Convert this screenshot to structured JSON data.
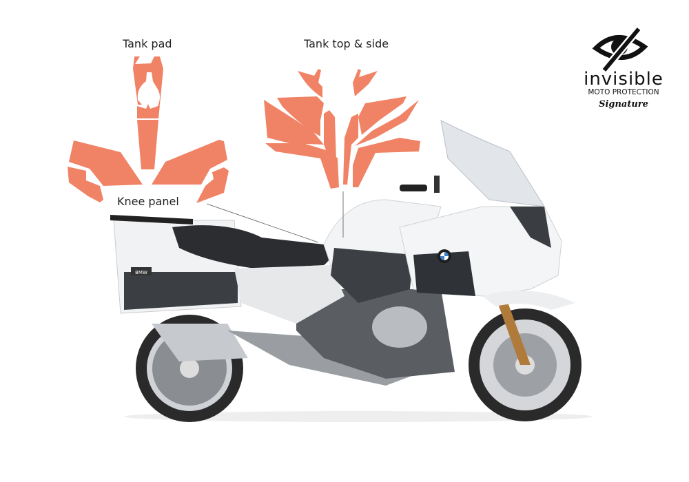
{
  "labels": {
    "tank_pad": "Tank pad",
    "tank_top_side": "Tank top & side",
    "knee_panel": "Knee panel"
  },
  "logo": {
    "brand": "invisible",
    "subtitle": "MOTO PROTECTION",
    "signature": "Signature",
    "icon": "crossed-eye-icon"
  },
  "bike": {
    "badge": "BMW"
  },
  "colors": {
    "film": "#F08366",
    "bike_white": "#F2F3F4",
    "bike_dark": "#3A3D42",
    "leader_line": "#555555"
  }
}
